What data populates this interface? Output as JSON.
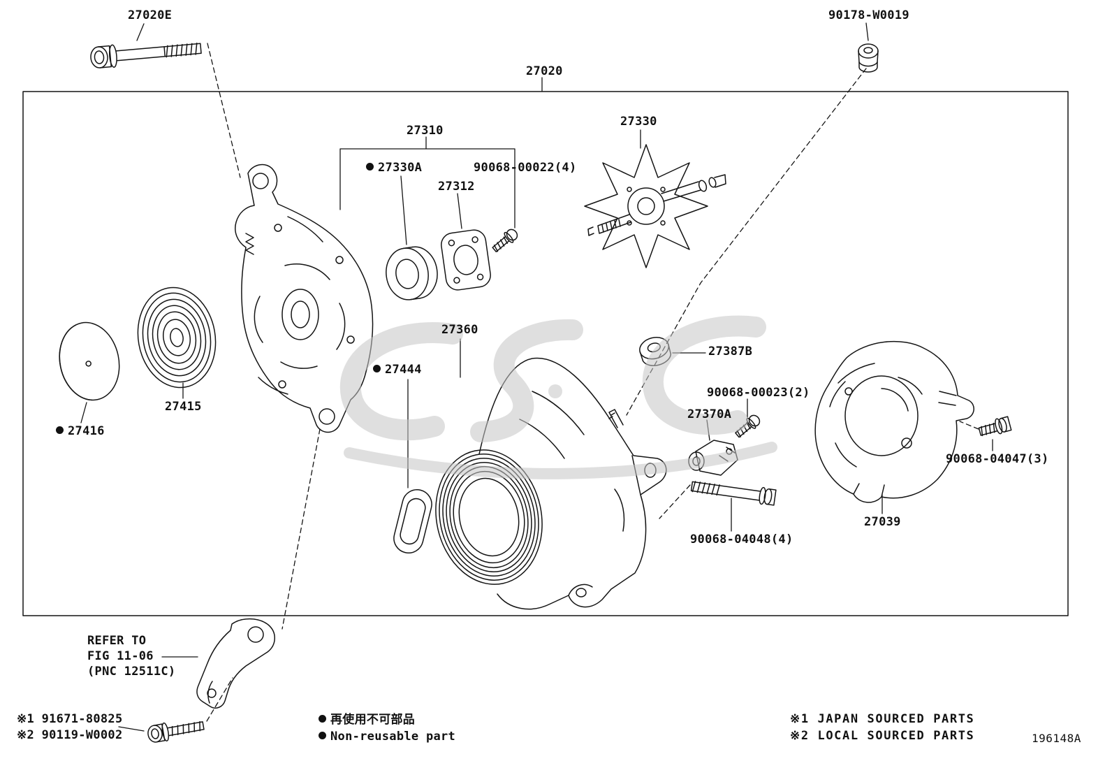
{
  "figure": {
    "code": "196148A"
  },
  "labels": {
    "p27020E": "27020E",
    "p90178_W0019": "90178-W0019",
    "p27020": "27020",
    "p27310": "27310",
    "p27330A": "27330A",
    "p90068_00022": "90068-00022(4)",
    "p27312": "27312",
    "p27330": "27330",
    "p27360": "27360",
    "p27444": "27444",
    "p27387B": "27387B",
    "p90068_00023": "90068-00023(2)",
    "p27370A": "27370A",
    "p27415": "27415",
    "p27416": "27416",
    "p90068_04047": "90068-04047(3)",
    "p27039": "27039",
    "p90068_04048": "90068-04048(4)"
  },
  "refer_note": {
    "line1": "REFER TO",
    "line2": "FIG 11-06",
    "line3": "(PNC 12511C)"
  },
  "substitutions": {
    "ref1": "※1 91671-80825",
    "ref2": "※2 90119-W0002"
  },
  "legend": {
    "jp": "再使用不可部品",
    "en": "Non-reusable part"
  },
  "source_notes": {
    "note1": "※1 JAPAN SOURCED PARTS",
    "note2": "※2 LOCAL SOURCED PARTS"
  }
}
